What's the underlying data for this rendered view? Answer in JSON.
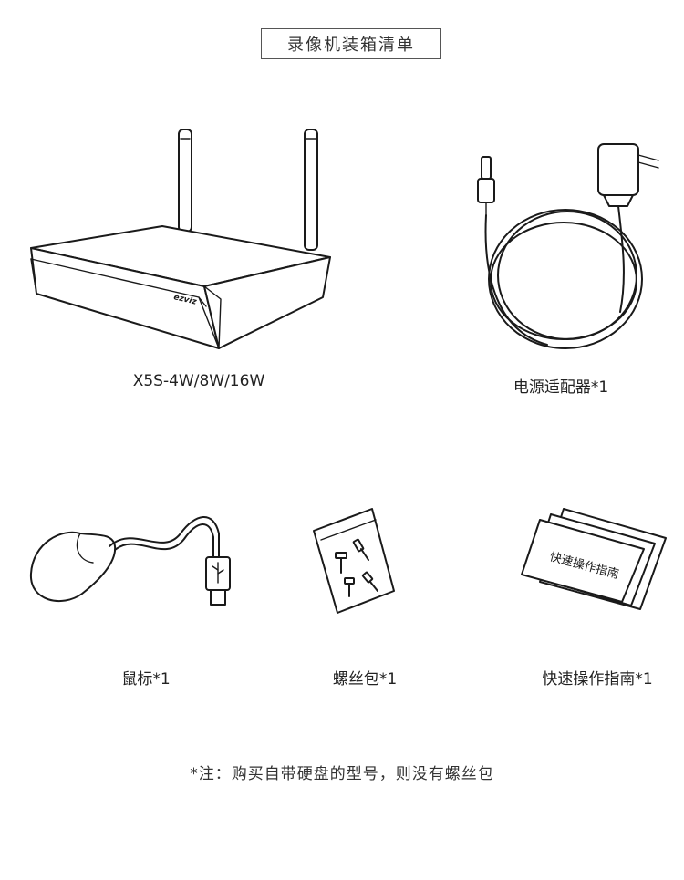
{
  "page": {
    "title": "录像机装箱清单",
    "note": "*注：购买自带硬盘的型号，则没有螺丝包"
  },
  "items": [
    {
      "label": "X5S-4W/8W/16W",
      "icon": "nvr-recorder-icon",
      "brand_text": "ezviz"
    },
    {
      "label": "电源适配器*1",
      "icon": "power-adapter-icon"
    },
    {
      "label": "鼠标*1",
      "icon": "usb-mouse-icon"
    },
    {
      "label": "螺丝包*1",
      "icon": "screw-pack-icon"
    },
    {
      "label": "快速操作指南*1",
      "icon": "quick-guide-icon",
      "booklet_text": "快速操作指南"
    }
  ]
}
